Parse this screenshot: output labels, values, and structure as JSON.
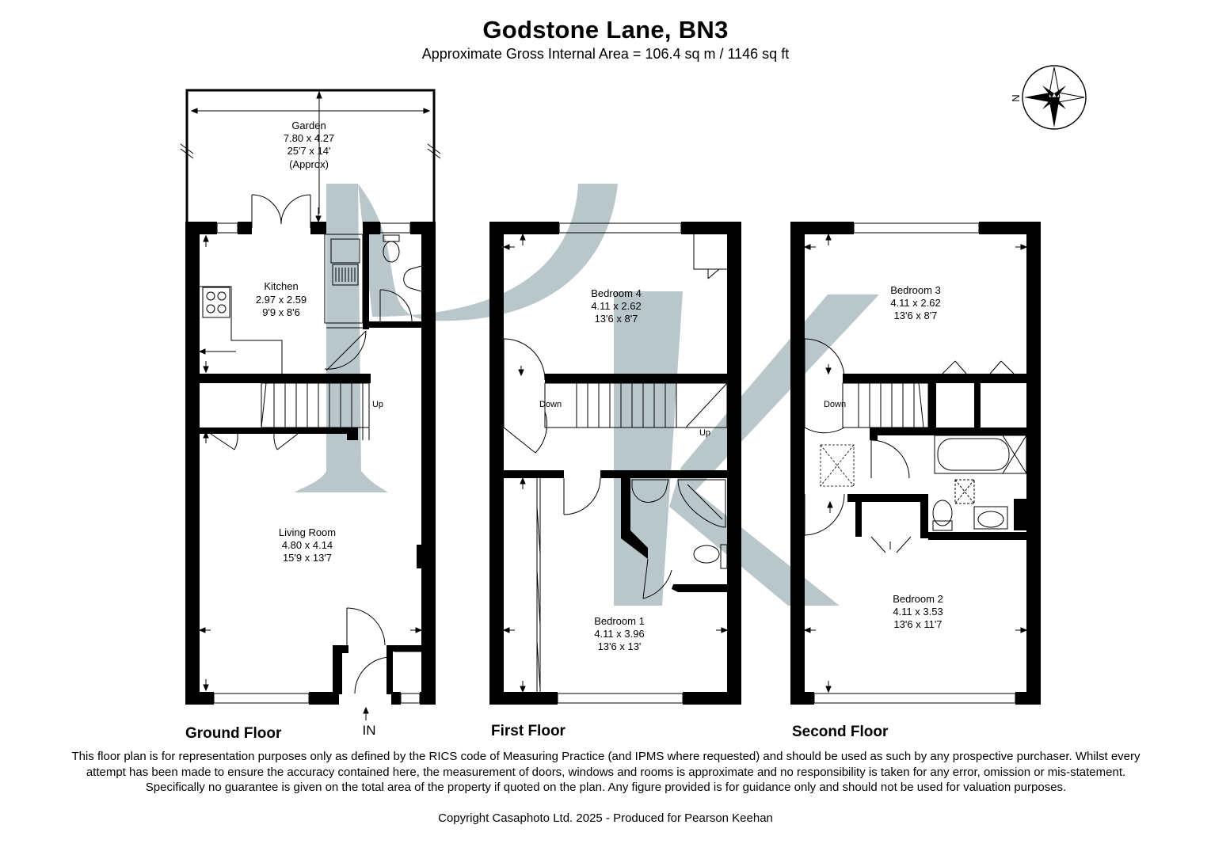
{
  "header": {
    "title": "Godstone Lane, BN3",
    "subtitle": "Approximate Gross Internal Area = 106.4 sq m / 1146 sq ft"
  },
  "compass": {
    "label": "N"
  },
  "floors": {
    "ground": {
      "label": "Ground Floor",
      "entrance_label": "IN",
      "stairs_label": "Up",
      "rooms": {
        "garden": {
          "name": "Garden",
          "metric": "7.80 x 4.27",
          "imperial": "25'7 x 14'",
          "note": "(Approx)"
        },
        "kitchen": {
          "name": "Kitchen",
          "metric": "2.97 x 2.59",
          "imperial": "9'9 x 8'6"
        },
        "living": {
          "name": "Living Room",
          "metric": "4.80 x 4.14",
          "imperial": "15'9 x 13'7"
        }
      }
    },
    "first": {
      "label": "First Floor",
      "stairs_down_label": "Down",
      "stairs_up_label": "Up",
      "rooms": {
        "bedroom4": {
          "name": "Bedroom 4",
          "metric": "4.11 x 2.62",
          "imperial": "13'6 x 8'7"
        },
        "bedroom1": {
          "name": "Bedroom 1",
          "metric": "4.11 x 3.96",
          "imperial": "13'6 x 13'"
        }
      }
    },
    "second": {
      "label": "Second Floor",
      "stairs_down_label": "Down",
      "rooms": {
        "bedroom3": {
          "name": "Bedroom 3",
          "metric": "4.11 x 2.62",
          "imperial": "13'6 x 8'7"
        },
        "bedroom2": {
          "name": "Bedroom 2",
          "metric": "4.11 x 3.53",
          "imperial": "13'6 x 11'7"
        }
      }
    }
  },
  "footer": {
    "disclaimer": "This floor plan is for representation purposes only as defined by the RICS code of Measuring Practice (and IPMS where requested) and should be used as such by any prospective purchaser. Whilst every attempt has been made to ensure the accuracy contained here, the measurement of doors, windows and rooms is approximate and no responsibility is taken for any error, omission or mis-statement. Specifically no guarantee is given on the total area of the property if quoted on the plan. Any figure provided is for guidance only and should not be used for valuation purposes.",
    "copyright": "Copyright Casaphoto Ltd. 2025 - Produced for Pearson Keehan"
  },
  "colors": {
    "wall": "#000000",
    "watermark": "#b9c7ca",
    "background": "#ffffff"
  }
}
